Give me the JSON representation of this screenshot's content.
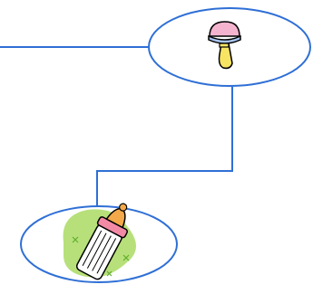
{
  "diagram": {
    "background": "#ffffff",
    "line_color": "#2f6fd6",
    "ellipse_stroke": "#2f6fd6",
    "ellipse_fill": "#ffffff",
    "nodes": [
      {
        "id": "rattle",
        "icon": "baby-rattle-icon"
      },
      {
        "id": "bottle",
        "icon": "baby-bottle-icon"
      }
    ],
    "edges": [
      {
        "from": "left-edge",
        "to": "rattle"
      },
      {
        "from": "rattle",
        "to": "bottle"
      }
    ],
    "colors": {
      "rattle_head": "#f4b4cf",
      "rattle_band": "#a9c6f2",
      "rattle_handle": "#f7e463",
      "bottle_blob": "#b7e07a",
      "bottle_nipple": "#f3a94a",
      "bottle_ring": "#f28aa6",
      "outline": "#000000"
    }
  }
}
